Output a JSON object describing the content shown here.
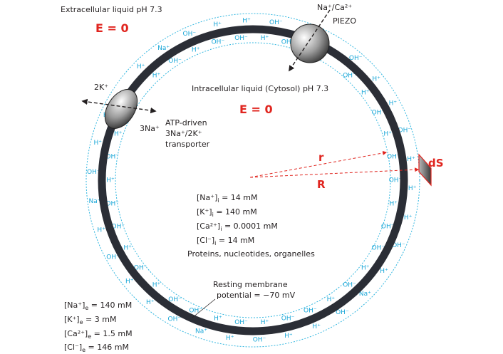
{
  "extracellular_label": "Extracellular liquid pH 7.3",
  "intracellular_label": "Intracellular liquid (Cytosol) pH 7.3",
  "e_outside": "E = 0",
  "e_inside": "E = 0",
  "piezo": {
    "ions": "Na⁺/Ca²⁺",
    "name": "PIEZO"
  },
  "atp_transporter": {
    "top_ion": "2K⁺",
    "bottom_ion": "3Na⁺",
    "line1": "ATP-driven",
    "line2": "3Na⁺/2K⁺",
    "line3": "transporter"
  },
  "vector_labels": {
    "r": "r",
    "R": "R",
    "dS": "dS"
  },
  "intracellular_concentrations": [
    {
      "ion": "[Na⁺]",
      "sub": "i",
      "value": " = 14 mM"
    },
    {
      "ion": "[K⁺]",
      "sub": "i",
      "value": " = 140 mM"
    },
    {
      "ion": "[Ca²⁺]",
      "sub": "i",
      "value": " = 0.0001 mM"
    },
    {
      "ion": "[Cl⁻]",
      "sub": "i",
      "value": " = 14 mM"
    }
  ],
  "intracellular_other": "Proteins, nucleotides, organelles",
  "resting_potential": {
    "line1": "Resting membrane",
    "line2": "potential = −70 mV"
  },
  "extracellular_concentrations": [
    {
      "ion": "[Na⁺]",
      "sub": "e",
      "value": " = 140 mM"
    },
    {
      "ion": "[K⁺]",
      "sub": "e",
      "value": " = 3 mM"
    },
    {
      "ion": "[Ca²⁺]",
      "sub": "e",
      "value": " = 1.5 mM"
    },
    {
      "ion": "[Cl⁻]",
      "sub": "e",
      "value": " = 146 mM"
    }
  ],
  "ion_glyphs": {
    "proton": "H⁺",
    "hydroxide": "OH⁻",
    "sodium": "Na⁺"
  },
  "colors": {
    "membrane": "#2b2e36",
    "dotted": "#33b7e0",
    "ion_text": "#1aa7d8",
    "accent_red": "#e0251f",
    "text": "#231f20"
  }
}
